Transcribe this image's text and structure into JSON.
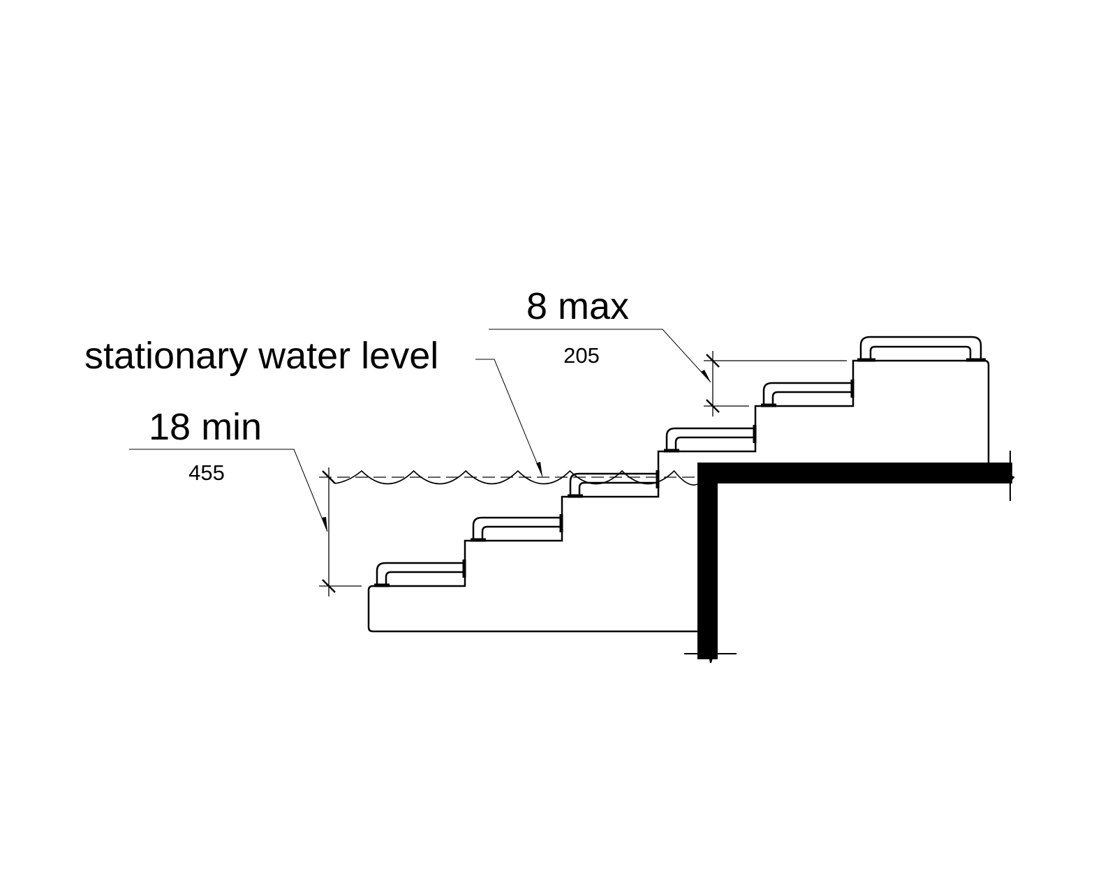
{
  "diagram": {
    "labels": {
      "water_level": "stationary water level",
      "riser_max_imperial": "8 max",
      "riser_max_metric": "205",
      "depth_min_imperial": "18 min",
      "depth_min_metric": "455"
    },
    "colors": {
      "line": "#000000",
      "background": "#ffffff"
    }
  }
}
